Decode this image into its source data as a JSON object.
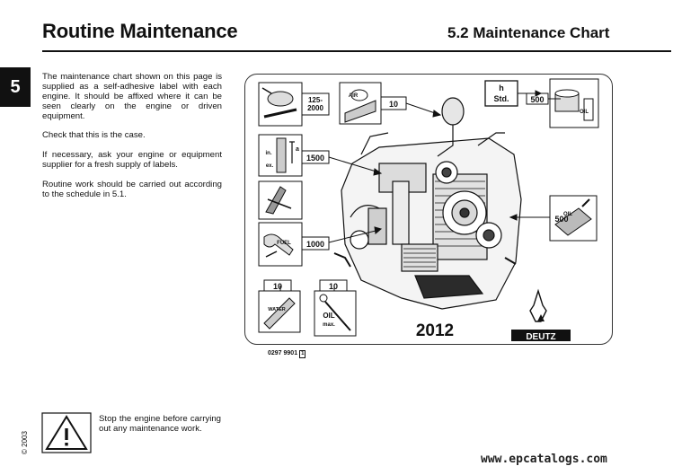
{
  "header": {
    "title": "Routine Maintenance",
    "section": "5.2  Maintenance Chart",
    "chapter": "5"
  },
  "body": {
    "paragraphs": [
      "The maintenance chart shown on this page is supplied as a self-adhesive label with each engine. It should be affixed where it can be seen clearly on the engine or driven equipment.",
      "Check that this is the case.",
      "If necessary, ask your engine or equipment supplier for a fresh supply of labels.",
      "Routine work should be carried out according to the schedule in 5.1."
    ]
  },
  "chart": {
    "engine_model": "2012",
    "brand": "DEUTZ",
    "interval_unit_top": "h",
    "interval_unit_bottom": "Std.",
    "intervals": {
      "air_cleaner": "125-\n2000",
      "air_filter": "10",
      "oil_filter": "500",
      "valve_clearance": "1500",
      "oil_change": "500",
      "fuel_filter": "1000",
      "water": "10",
      "oil_level": "10"
    },
    "icon_labels": {
      "air": "AIR",
      "oil": "OIL",
      "fuel": "FUEL",
      "water": "WATER",
      "oil_max": "OIL",
      "max": "max.",
      "in": "in.",
      "ex": "ex.",
      "a": "a"
    },
    "part_number": "0297 9901",
    "part_revision": "1"
  },
  "warning": {
    "text": "Stop the engine before carrying out any maintenance work."
  },
  "footer": {
    "copyright": "© 2003",
    "watermark": "www.epcatalogs.com"
  }
}
